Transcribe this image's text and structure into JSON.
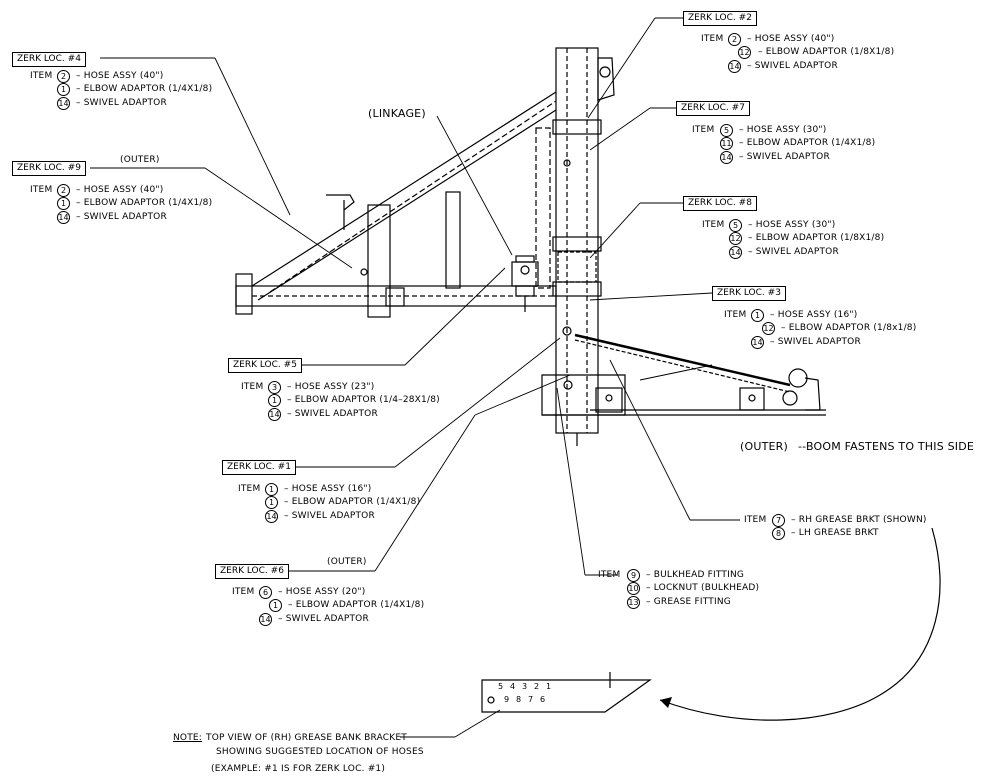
{
  "callouts": [
    {
      "title": "ZERK LOC. #4",
      "lines": [
        {
          "n": "2",
          "text": "– HOSE ASSY (40\")"
        },
        {
          "n": "1",
          "text": "– ELBOW ADAPTOR (1/4X1/8)"
        },
        {
          "n": "14",
          "text": "– SWIVEL ADAPTOR"
        }
      ]
    },
    {
      "title": "ZERK LOC. #9",
      "lines": [
        {
          "n": "2",
          "text": "– HOSE ASSY (40\")"
        },
        {
          "n": "1",
          "text": "– ELBOW ADAPTOR (1/4X1/8)"
        },
        {
          "n": "14",
          "text": "– SWIVEL ADAPTOR"
        }
      ]
    },
    {
      "title": "ZERK LOC. #2",
      "lines": [
        {
          "n": "2",
          "text": "– HOSE ASSY (40\")"
        },
        {
          "n": "12",
          "text": "– ELBOW ADAPTOR (1/8X1/8)"
        },
        {
          "n": "14",
          "text": "– SWIVEL ADAPTOR"
        }
      ]
    },
    {
      "title": "ZERK LOC. #7",
      "lines": [
        {
          "n": "5",
          "text": "– HOSE ASSY (30\")"
        },
        {
          "n": "11",
          "text": "– ELBOW ADAPTOR (1/4X1/8)"
        },
        {
          "n": "14",
          "text": "– SWIVEL ADAPTOR"
        }
      ]
    },
    {
      "title": "ZERK LOC. #8",
      "lines": [
        {
          "n": "5",
          "text": "– HOSE ASSY (30\")"
        },
        {
          "n": "12",
          "text": "– ELBOW ADAPTOR (1/8X1/8)"
        },
        {
          "n": "14",
          "text": "– SWIVEL ADAPTOR"
        }
      ]
    },
    {
      "title": "ZERK LOC. #3",
      "lines": [
        {
          "n": "1",
          "text": "– HOSE ASSY (16\")"
        },
        {
          "n": "12",
          "text": "– ELBOW ADAPTOR (1/8x1/8)"
        },
        {
          "n": "14",
          "text": "– SWIVEL ADAPTOR"
        }
      ]
    },
    {
      "title": "ZERK LOC. #5",
      "lines": [
        {
          "n": "3",
          "text": "– HOSE ASSY (23\")"
        },
        {
          "n": "1",
          "text": "– ELBOW ADAPTOR (1/4–28X1/8)"
        },
        {
          "n": "14",
          "text": "– SWIVEL ADAPTOR"
        }
      ]
    },
    {
      "title": "ZERK LOC. #1",
      "lines": [
        {
          "n": "1",
          "text": "– HOSE ASSY (16\")"
        },
        {
          "n": "1",
          "text": "– ELBOW ADAPTOR (1/4X1/8)"
        },
        {
          "n": "14",
          "text": "– SWIVEL ADAPTOR"
        }
      ]
    },
    {
      "title": "ZERK LOC. #6",
      "lines": [
        {
          "n": "6",
          "text": "– HOSE ASSY (20\")"
        },
        {
          "n": "1",
          "text": "– ELBOW ADAPTOR (1/4X1/8)"
        },
        {
          "n": "14",
          "text": "– SWIVEL ADAPTOR"
        }
      ]
    }
  ],
  "item_word": "ITEM",
  "labels": {
    "outer_9": "(OUTER)",
    "outer_6": "(OUTER)",
    "linkage": "(LINKAGE)",
    "boom_outer": "(OUTER)",
    "boom_fastens": "--BOOM FASTENS TO THIS SIDE"
  },
  "bracket_items": [
    {
      "n": "7",
      "text": "– RH GREASE BRKT (SHOWN)"
    },
    {
      "n": "8",
      "text": "– LH GREASE BRKT"
    }
  ],
  "bulkhead_items": [
    {
      "n": "9",
      "text": "– BULKHEAD FITTING"
    },
    {
      "n": "10",
      "text": "– LOCKNUT (BULKHEAD)"
    },
    {
      "n": "13",
      "text": "– GREASE FITTING"
    }
  ],
  "bank_top_numbers": [
    "5",
    "4",
    "3",
    "2",
    "1"
  ],
  "bank_bottom_numbers": [
    "9",
    "8",
    "7",
    "6"
  ],
  "note": {
    "label": "NOTE:",
    "line1": "TOP VIEW OF (RH) GREASE BANK BRACKET",
    "line2": "SHOWING SUGGESTED LOCATION OF HOSES",
    "line3": "(EXAMPLE: #1 IS FOR ZERK LOC. #1)"
  }
}
